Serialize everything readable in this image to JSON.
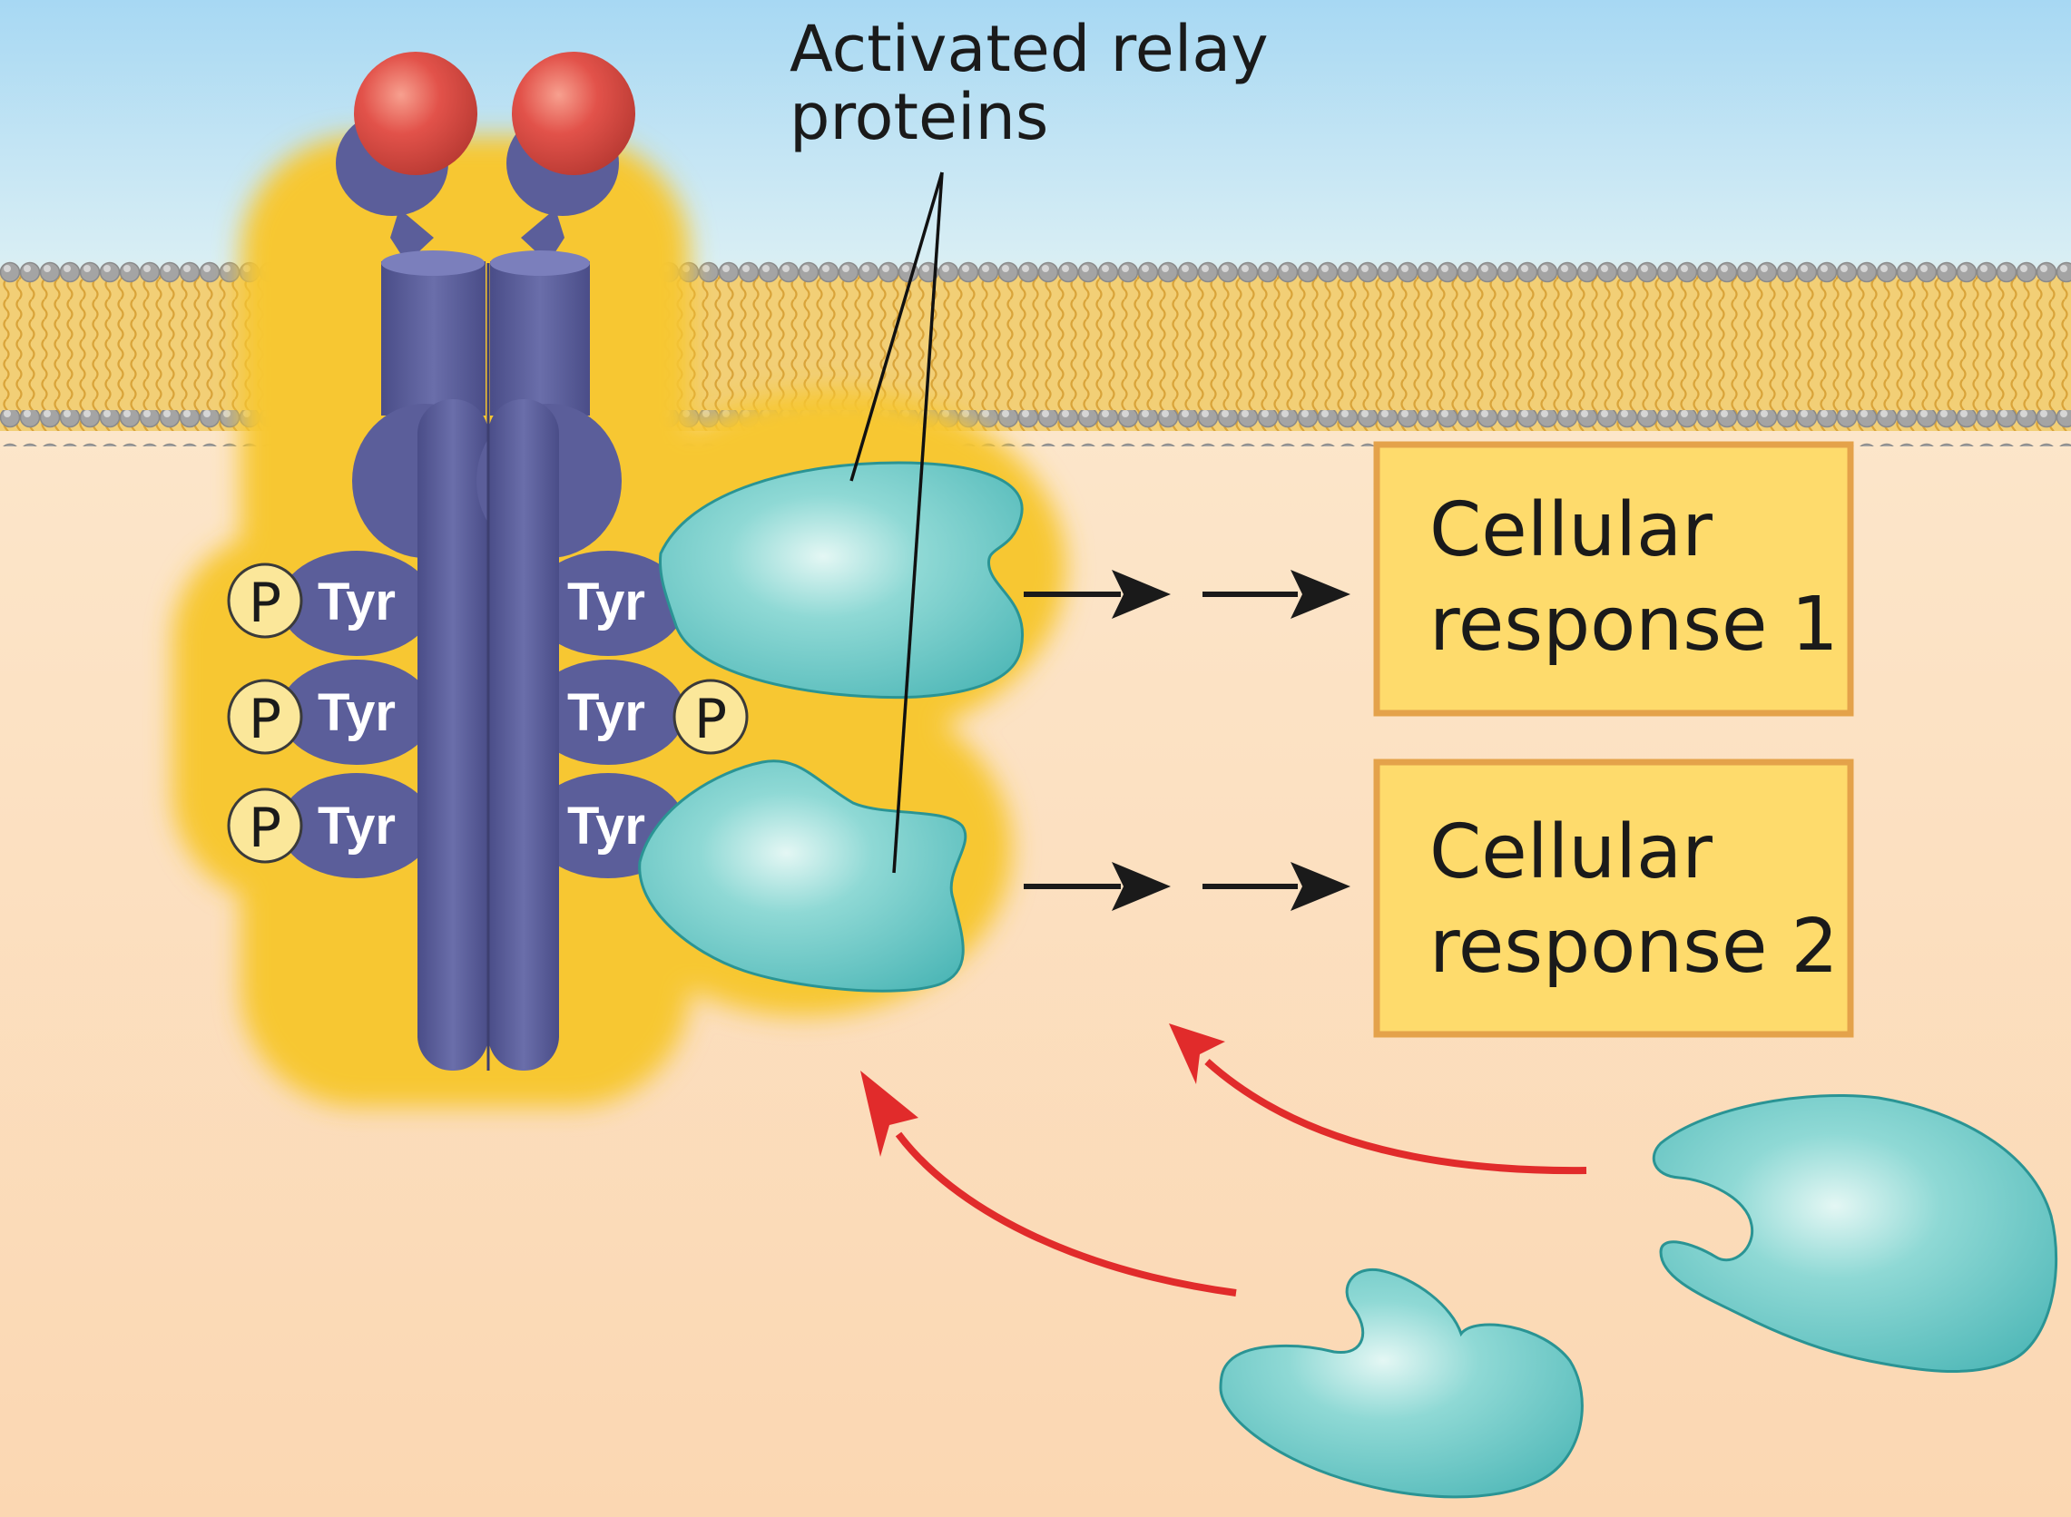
{
  "diagram": {
    "callout": {
      "line1": "Activated relay",
      "line2": "proteins"
    },
    "phospho_label": "P",
    "tyrosine_label": "Tyr",
    "responses": [
      {
        "line1": "Cellular",
        "line2": "response 1"
      },
      {
        "line1": "Cellular",
        "line2": "response 2"
      }
    ],
    "colors": {
      "extracellular_top": "#b9def3",
      "cytoplasm": "#fde0bf",
      "membrane_head": "#a8a8a8",
      "membrane_tail": "#e3b347",
      "receptor": "#5b5e9a",
      "signal_molecule": "#e2524a",
      "relay_protein": "#5cc2c1",
      "glow": "#f7c731",
      "phosphate": "#fbe79a",
      "response_box": "#fedb6c",
      "response_border": "#e4a24a",
      "inactive_arrow": "#e12b2b"
    }
  }
}
